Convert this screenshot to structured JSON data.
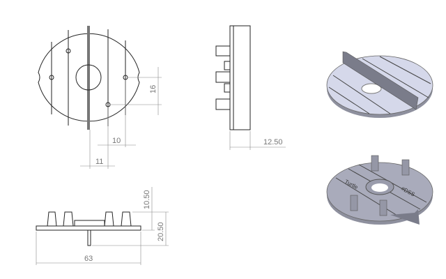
{
  "drawing": {
    "views": [
      "front-view",
      "side-view",
      "bottom-view",
      "isometric-top",
      "isometric-bottom"
    ],
    "dimensions": {
      "hole_vertical_spacing": "16",
      "hole_horizontal_spacing": "10",
      "hole_offset_from_center": "11",
      "thickness": "12.50",
      "peg_height": "10.50",
      "total_height": "20.50",
      "diameter": "63"
    },
    "engraved_text": [
      "Turtle",
      "#DSS"
    ],
    "colors": {
      "line": "#222222",
      "dimension": "#888888",
      "shaded_part": "#a9abbb",
      "face_light": "#d5d8ea"
    }
  }
}
